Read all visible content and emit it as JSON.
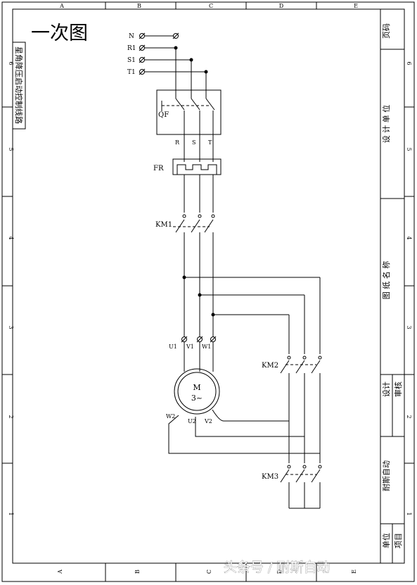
{
  "sheet": {
    "page_title": "一次图",
    "drawing_name_vertical": "星角降压启动控制线路",
    "col_letters": [
      "A",
      "B",
      "C",
      "D",
      "E"
    ],
    "row_numbers": [
      "6",
      "5",
      "4",
      "3",
      "2",
      "1"
    ],
    "watermark": "头条号 / 耐斯自动"
  },
  "title_block": {
    "page_no": "页码",
    "design_unit": "设 计 单 位",
    "drawing_name": "图 纸 名 称",
    "designer": "设计",
    "checker": "审核",
    "company": "耐斯自动",
    "unit": "单位",
    "project": "项目"
  },
  "circuit": {
    "supply_terminals": [
      "N",
      "R1",
      "S1",
      "T1"
    ],
    "breaker": "QF",
    "phases": [
      "R",
      "S",
      "T"
    ],
    "overload_relay": "FR",
    "main_contactor": "KM1",
    "delta_contactor": "KM2",
    "star_contactor": "KM3",
    "motor_symbol": "M",
    "motor_phase": "3~",
    "motor_start_terminals": [
      "U1",
      "V1",
      "W1"
    ],
    "motor_end_terminals": [
      "W2",
      "U2",
      "V2"
    ]
  }
}
